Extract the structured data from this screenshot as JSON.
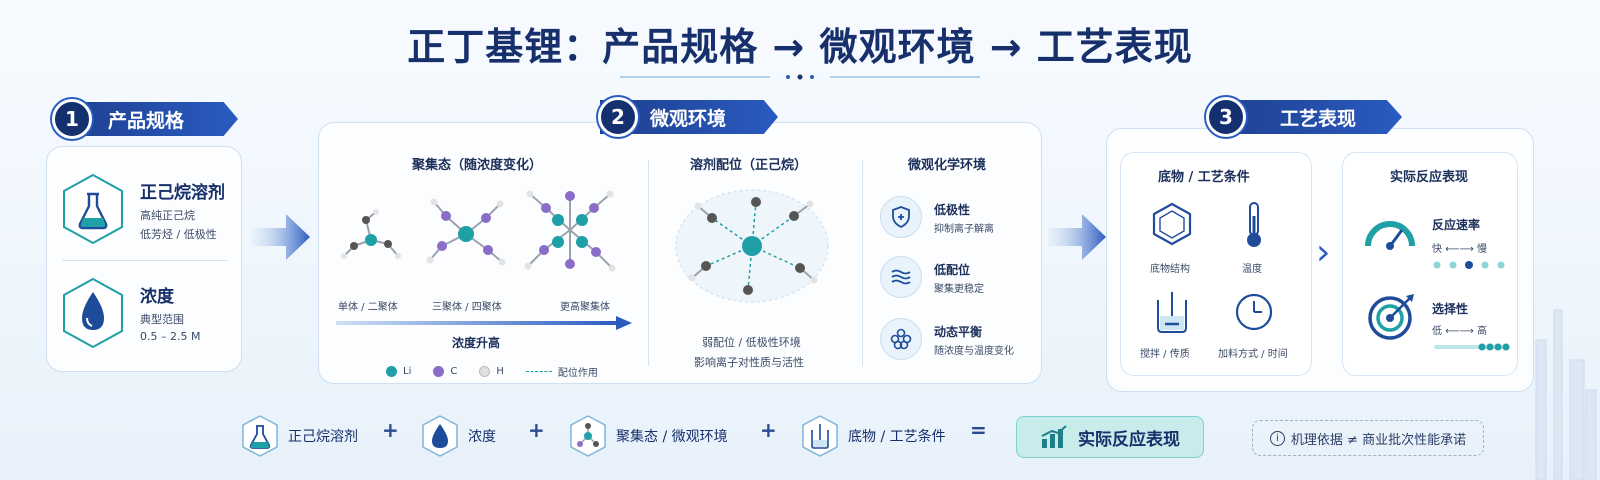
{
  "title": "正丁基锂：产品规格 → 微观环境 → 工艺表现",
  "sections": {
    "s1": {
      "num": "1",
      "label": "产品规格"
    },
    "s2": {
      "num": "2",
      "label": "微观环境"
    },
    "s3": {
      "num": "3",
      "label": "工艺表现"
    }
  },
  "spec": {
    "solvent": {
      "title": "正己烷溶剂",
      "line1": "高纯正己烷",
      "line2": "低芳烃 / 低极性"
    },
    "concentration": {
      "title": "浓度",
      "line1": "典型范围",
      "line2": "0.5 – 2.5 M"
    }
  },
  "micro": {
    "aggregation": {
      "title": "聚集态（随浓度变化）",
      "labels": [
        "单体 / 二聚体",
        "三聚体 / 四聚体",
        "更高聚集体"
      ],
      "arrow_label": "浓度升高"
    },
    "legend": {
      "li": "Li",
      "c": "C",
      "h": "H",
      "coord": "配位作用"
    },
    "solvation": {
      "title": "溶剂配位（正己烷）",
      "line1": "弱配位 / 低极性环境",
      "line2": "影响离子对性质与活性"
    },
    "chem_env": {
      "title": "微观化学环境",
      "items": [
        {
          "title": "低极性",
          "desc": "抑制离子解离",
          "icon": "shield-icon"
        },
        {
          "title": "低配位",
          "desc": "聚集更稳定",
          "icon": "wave-icon"
        },
        {
          "title": "动态平衡",
          "desc": "随浓度与温度变化",
          "icon": "cluster-icon"
        }
      ]
    }
  },
  "process": {
    "conditions": {
      "title": "底物 / 工艺条件",
      "items": [
        "底物结构",
        "温度",
        "搅拌 / 传质",
        "加料方式 / 时间"
      ]
    },
    "performance": {
      "title": "实际反应表现",
      "rate": {
        "title": "反应速率",
        "left": "快",
        "right": "慢"
      },
      "selectivity": {
        "title": "选择性",
        "left": "低",
        "right": "高"
      }
    }
  },
  "equation": {
    "items": [
      "正己烷溶剂",
      "浓度",
      "聚集态 / 微观环境",
      "底物 / 工艺条件"
    ],
    "plus": "+",
    "equals": "=",
    "result": "实际反应表现",
    "note": "机理依据 ≠ 商业批次性能承诺"
  },
  "colors": {
    "navy": "#17306b",
    "blue": "#2a5bc1",
    "teal": "#1f9fa6",
    "li": "#1f9fa6",
    "c": "#8a6cc9",
    "h": "#d9d9d9"
  }
}
